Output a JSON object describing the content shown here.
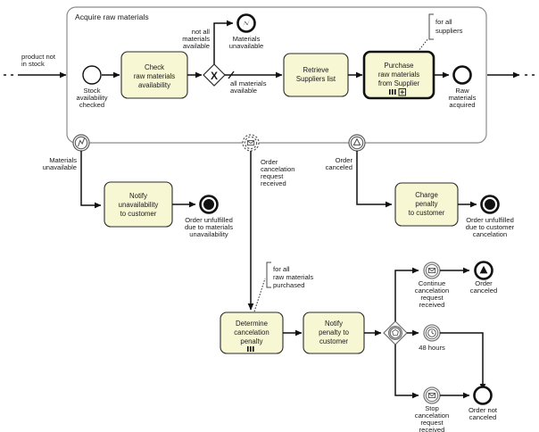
{
  "diagram": {
    "type": "bpmn-process-diagram",
    "colors": {
      "task_fill": "#f7f7d4",
      "task_stroke": "#2b2b2b",
      "flow_stroke": "#111111",
      "subprocess_border": "#8c8c8c",
      "boundary_event_stroke": "#5a5a5a",
      "canvas": "#ffffff"
    }
  },
  "subprocess": {
    "name": "Acquire raw materials"
  },
  "tasks": {
    "check_availability": "Check\nraw materials\navailability",
    "retrieve_suppliers": "Retrieve\nSuppliers list",
    "purchase_materials": "Purchase\nraw materials\nfrom Supplier",
    "notify_unavailability": "Notify\nunavailability\nto customer",
    "charge_penalty": "Charge\npenalty\nto customer",
    "determine_penalty": "Determine\ncancelation\npenalty",
    "notify_penalty": "Notify\npenalty to\ncustomer"
  },
  "events": {
    "stock_checked": "Stock\navailability\nchecked",
    "materials_unavailable_end": "Materials\nunavailable",
    "raw_materials_acquired": "Raw\nmaterials\nacquired",
    "materials_unavailable_boundary": "Materials\nunavailable",
    "order_cancelation_request_received": "Order\ncancelation\nrequest\nreceived",
    "order_canceled_boundary": "Order\ncanceled",
    "order_unfulfilled_materials": "Order unfulfilled\ndue to materials\nunavailability",
    "order_unfulfilled_cancelation": "Order unfulfilled\ndue to customer\ncancelation",
    "continue_request_received": "Continue\ncancelation\nrequest\nreceived",
    "order_canceled_end": "Order\ncanceled",
    "timer_48_hours": "48 hours",
    "stop_request_received": "Stop\ncancelation\nrequest\nreceived",
    "order_not_canceled": "Order not\ncanceled"
  },
  "flow_labels": {
    "product_not_in_stock": "product not\nin stock",
    "not_all_materials_available": "not all\nmaterials\navailable",
    "all_materials_available": "all materials\navailable"
  },
  "annotations": {
    "for_all_suppliers": "for all\nsuppliers",
    "for_all_raw_materials_purchased": "for all\nraw materials\npurchased"
  },
  "markers": {
    "multi_instance_parallel": "multi-instance-parallel",
    "subprocess_collapsed": "plus"
  }
}
